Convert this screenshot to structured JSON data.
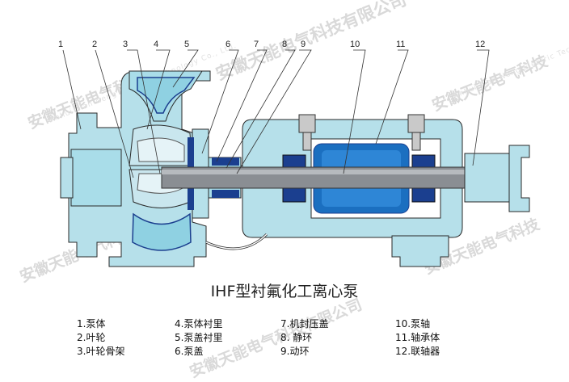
{
  "title": "IHF型衬氟化工离心泵",
  "callout_numbers": [
    "1",
    "2",
    "3",
    "4",
    "5",
    "6",
    "7",
    "8",
    "9",
    "10",
    "11",
    "12"
  ],
  "legend": {
    "col1": [
      "1.泵体",
      "2.叶轮",
      "3.叶轮骨架"
    ],
    "col2": [
      "4.泵体衬里",
      "5.泵盖衬里",
      "6.泵盖"
    ],
    "col3": [
      "7.机封压盖",
      "8. 静环",
      "9.动环"
    ],
    "col4": [
      "10.泵轴",
      "11.轴承体",
      "12.联轴器"
    ]
  },
  "watermark": {
    "company": "安徽天能电气科技有限公司",
    "brand": "安徽天能电气科技",
    "english": "Anhui Tian Neng Electric Technology Co., Ltd."
  },
  "colors": {
    "liner_fill": "#a9dde9",
    "body_fill": "#b6e0ea",
    "dark_blue": "#1b3f8f",
    "shaft_gray": "#8a8e93",
    "outline": "#2a2a2a"
  }
}
